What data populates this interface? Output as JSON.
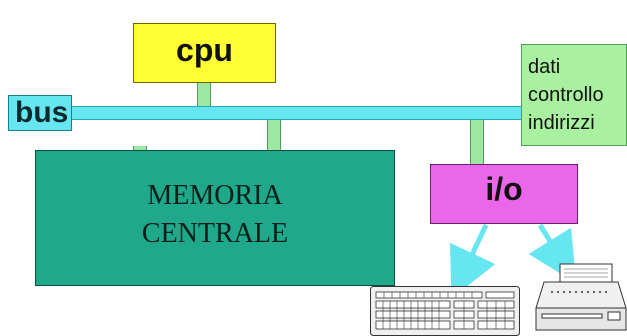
{
  "diagram": {
    "bus_label": "bus",
    "cpu_label": "cpu",
    "memory_lines": [
      "MEMORIA",
      "CENTRALE"
    ],
    "io_label": "i/o",
    "legend_lines": [
      "dati",
      "controllo",
      "indirizzi"
    ],
    "devices": [
      "keyboard-icon",
      "printer-icon"
    ]
  },
  "colors": {
    "bus": "#66e6f0",
    "cpu": "#ffff33",
    "memory": "#1fa889",
    "io": "#ea66ea",
    "legend": "#a9f0a1",
    "connector": "#9de7a3",
    "arrow": "#66e6f0"
  }
}
